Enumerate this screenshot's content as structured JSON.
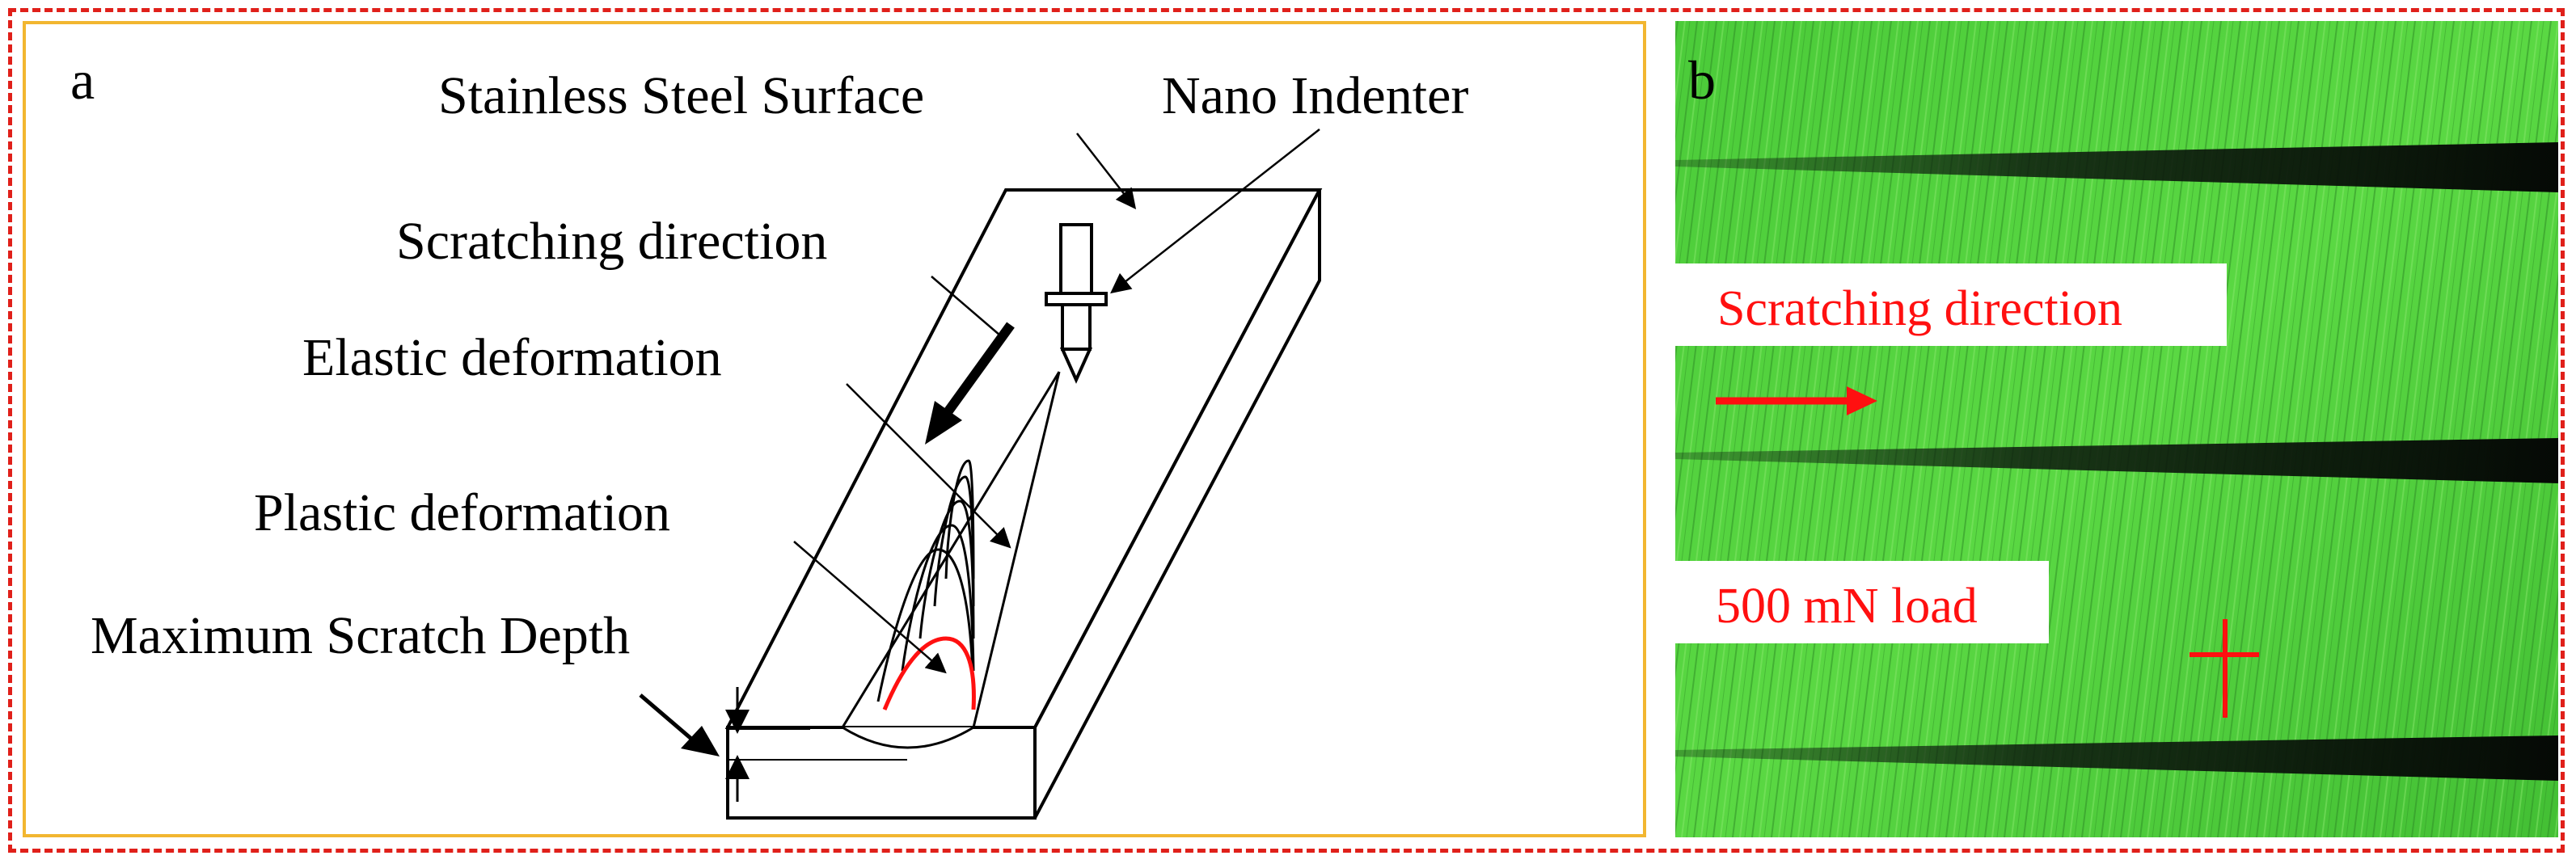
{
  "panel_a": {
    "letter": "a",
    "labels": {
      "surface": "Stainless Steel Surface",
      "indenter": "Nano Indenter",
      "direction": "Scratching direction",
      "elastic": "Elastic deformation",
      "plastic": "Plastic deformation",
      "depth": "Maximum Scratch Depth"
    }
  },
  "panel_b": {
    "letter": "b",
    "direction_label": "Scratching direction",
    "load_label": "500 mN load"
  },
  "colors": {
    "frame_dashed": "#e0201a",
    "panel_a_border": "#f2b630",
    "annotation_red": "#ff1010",
    "micrograph_green": "#4fd23a"
  }
}
